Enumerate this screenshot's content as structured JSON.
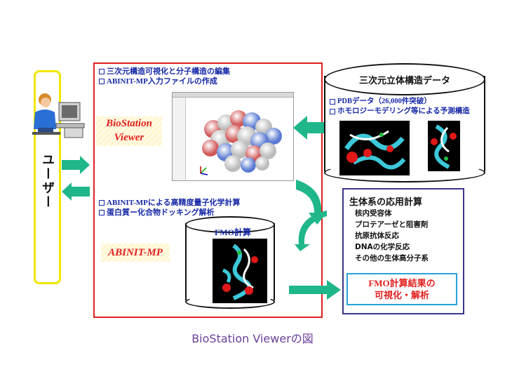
{
  "user": {
    "label": "ユーザー",
    "icon": "user-at-computer-icon"
  },
  "viewer_section": {
    "bullets": [
      "三次元構造可視化と分子構造の編集",
      "ABINIT-MP入力ファイルの作成"
    ],
    "product": "BioStation Viewer",
    "product_line1": "BioStation",
    "product_line2": "Viewer"
  },
  "calc_section": {
    "bullets": [
      "ABINIT-MPによる高精度量子化学計算",
      "蛋白質ー化合物ドッキング解析"
    ],
    "product": "ABINIT-MP",
    "cylinder_label": "FMO計算"
  },
  "database": {
    "title": "三次元立体構造データ",
    "bullets": [
      "PDBデータ（26,000件突破）",
      "ホモロジーモデリング等による予測構造"
    ]
  },
  "applications": {
    "title": "生体系の応用計算",
    "items": [
      "核内受容体",
      "プロテアーゼと阻害剤",
      "抗原抗体反応",
      "DNAの化学反応",
      "その他の生体高分子系"
    ],
    "result_line1": "FMO計算結果の",
    "result_line2": "可視化・解析"
  },
  "caption": "BioStation Viewerの図",
  "colors": {
    "frame_red": "#e0201e",
    "arrow_green": "#1fb68a",
    "text_blue": "#1628a6",
    "user_yellow": "#f0e600",
    "app_border": "#3a3588",
    "result_border": "#29a3dc",
    "caption_purple": "#6a3f9a"
  }
}
